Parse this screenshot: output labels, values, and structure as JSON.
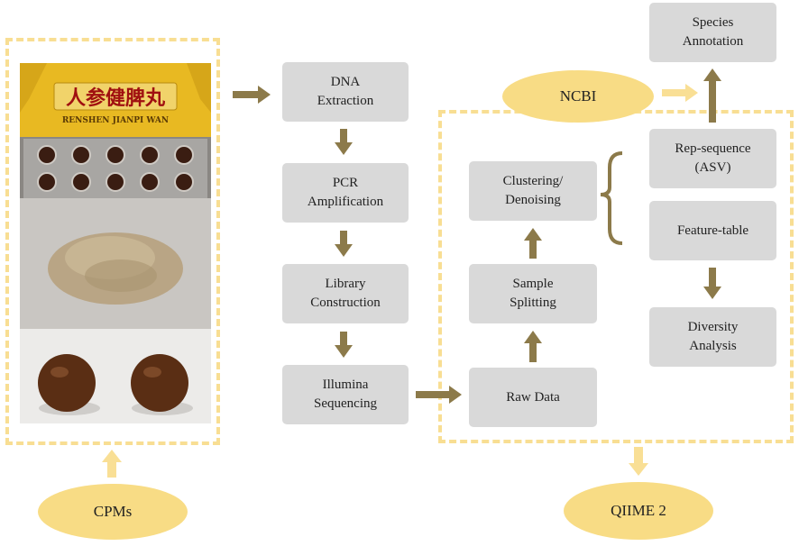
{
  "photos": {
    "package_title": "人参健脾丸",
    "package_subtitle": "RENSHEN JIANPI WAN"
  },
  "steps": {
    "dna_extraction": "DNA\nExtraction",
    "pcr_amplification": "PCR\nAmplification",
    "library_construction": "Library\nConstruction",
    "illumina_sequencing": "Illumina\nSequencing",
    "raw_data": "Raw Data",
    "sample_splitting": "Sample\nSplitting",
    "clustering_denoising": "Clustering/\nDenoising",
    "rep_sequence": "Rep-sequence\n(ASV)",
    "feature_table": "Feature-table",
    "diversity_analysis": "Diversity\nAnalysis",
    "species_annotation": "Species\nAnnotation"
  },
  "labels": {
    "ncbi": "NCBI",
    "cpms": "CPMs",
    "qiime2": "QIIME 2"
  },
  "colors": {
    "step_box": "#d9d9d9",
    "ellipse": "#f8dc85",
    "dashed_border": "#f8de93",
    "arrow_brown": "#8c7a4a",
    "arrow_yellow": "#f9df95"
  }
}
